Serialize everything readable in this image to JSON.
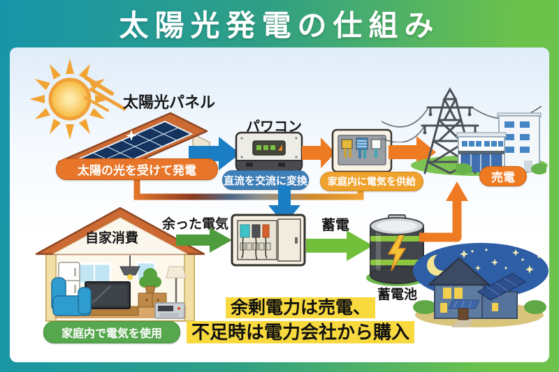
{
  "title": "太陽光発電の仕組み",
  "labels": {
    "solar_panel": "太陽光パネル",
    "power_conditioner": "パワコン",
    "self_consumption": "自家消費",
    "surplus_power": "余った電気",
    "charge": "蓄電",
    "storage_battery": "蓄電池"
  },
  "badges": {
    "generate": "太陽の光を受けて発電",
    "convert": "直流を交流に変換",
    "supply": "家庭内に電気を供給",
    "sell": "売電",
    "home_use": "家庭内で電気を使用"
  },
  "note": {
    "line1": "余剰電力は売電、",
    "line2": "不足時は電力会社から購入"
  },
  "icons": [
    "sun-icon",
    "sun-rays-icon",
    "solar-house-icon",
    "power-conditioner-icon",
    "breaker-panel-icon",
    "transmission-tower-icon",
    "power-lines-icon",
    "company-buildings-icon",
    "home-interior-icon",
    "distribution-board-icon",
    "battery-icon",
    "night-house-icon",
    "arrow-right-icon",
    "arrow-down-icon",
    "arrow-up-elbow-icon",
    "badge-connector-line"
  ],
  "colors": {
    "frame_teal": "#1795a9",
    "frame_green": "#6cc24b",
    "arrow_blue": "#1b7ec5",
    "arrow_orange": "#ee7a22",
    "arrow_green_dark": "#4e9d3c",
    "arrow_green_light": "#72bf3c",
    "badge_orange": "#e8762a",
    "badge_blue": "#3f7fb8",
    "badge_amber": "#f0a22e",
    "badge_green": "#57a74f",
    "highlight_yellow": "#f8d93e",
    "title_text": "#ffffff"
  }
}
